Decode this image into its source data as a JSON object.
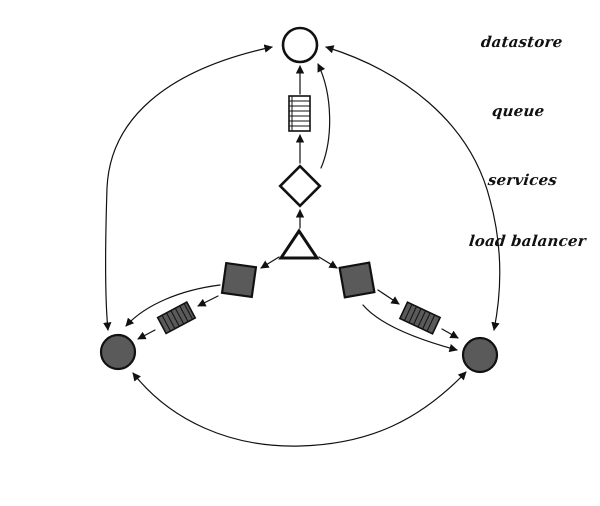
{
  "legend": {
    "datastore": "datastore",
    "queue": "queue",
    "services": "services",
    "load_balancer": "load balancer"
  },
  "colors": {
    "ink": "#111111",
    "node_fill": "#5a5a5a",
    "background": "#ffffff"
  },
  "icons": {
    "top_datastore": "hollow-circle",
    "left_datastore": "filled-circle",
    "right_datastore": "filled-circle",
    "queue": "stacked-bars",
    "service": "diamond-or-square",
    "load_balancer": "triangle"
  }
}
